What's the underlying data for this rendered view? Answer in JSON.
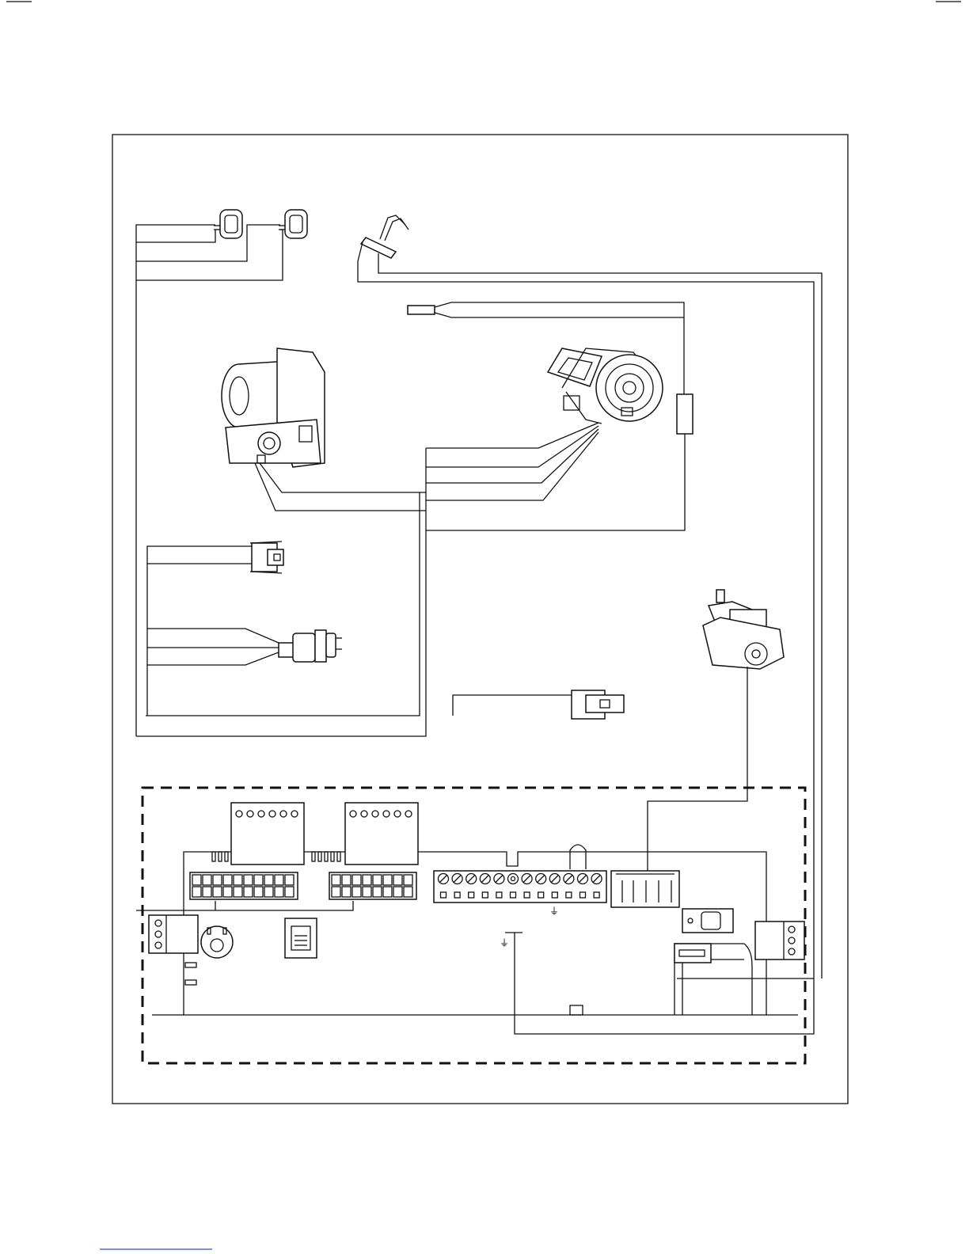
{
  "diagram": {
    "type": "wiring-diagram",
    "components": [
      {
        "id": "nc-sensor-1",
        "icon": "ntc-sensor-icon"
      },
      {
        "id": "nc-sensor-2",
        "icon": "ntc-sensor-icon"
      },
      {
        "id": "electrode",
        "icon": "ignition-electrode-icon"
      },
      {
        "id": "gas-valve",
        "icon": "gas-valve-icon"
      },
      {
        "id": "fan",
        "icon": "fan-icon"
      },
      {
        "id": "pump",
        "icon": "pump-icon"
      },
      {
        "id": "pressure-sensor",
        "icon": "pressure-switch-icon"
      },
      {
        "id": "connector-2pin",
        "icon": "connector-icon"
      },
      {
        "id": "plug-connector",
        "icon": "plug-icon"
      },
      {
        "id": "control-board",
        "icon": "pcb-icon"
      }
    ],
    "ground_symbol": "⏚",
    "colors": {
      "line": "#111111",
      "background": "#ffffff"
    }
  }
}
